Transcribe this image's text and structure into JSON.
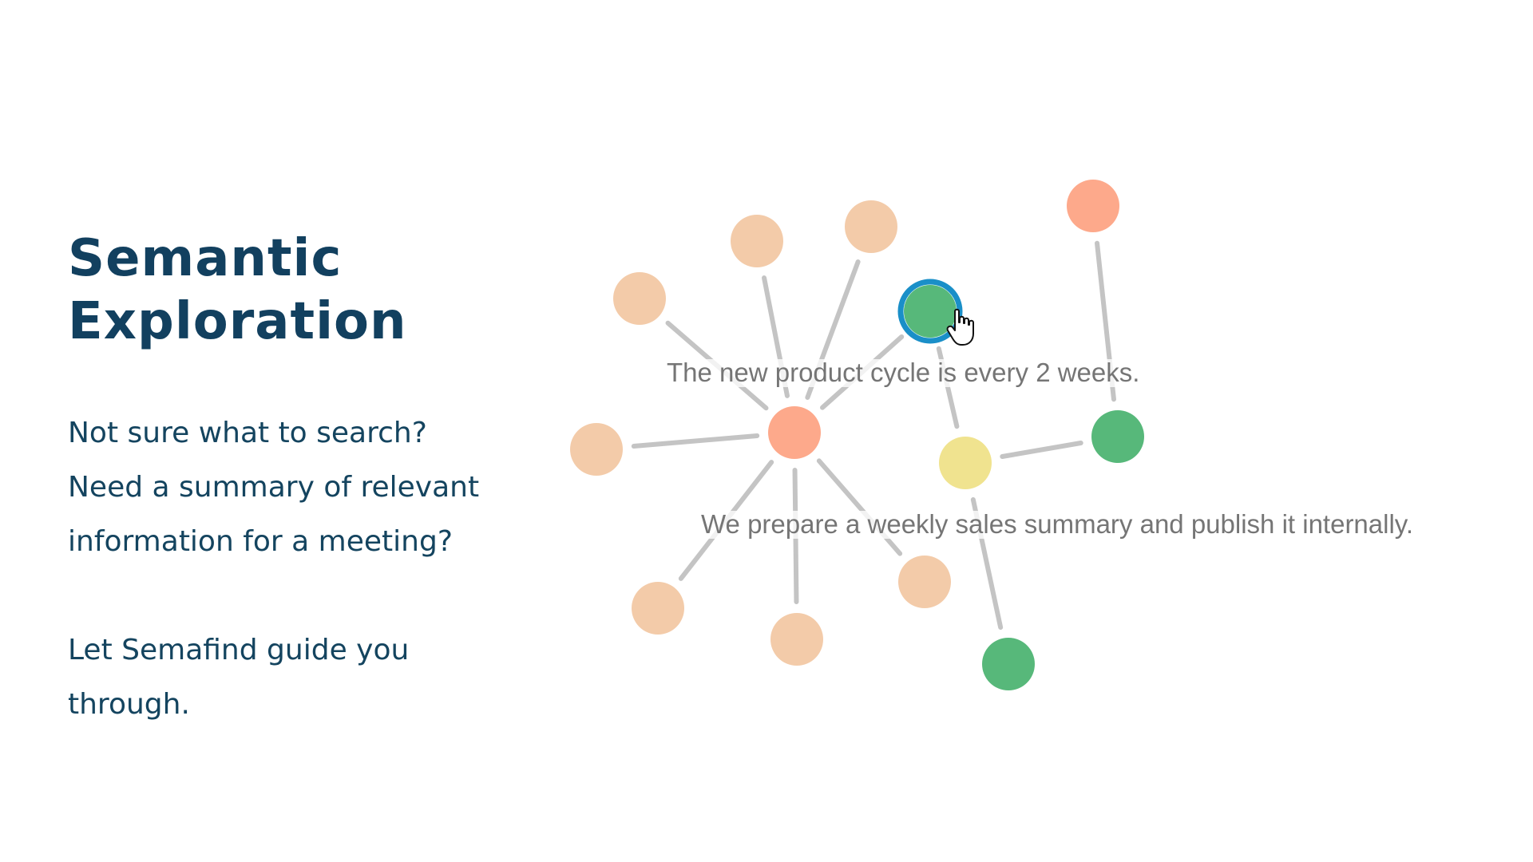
{
  "header": {
    "title_line1": "Semantic",
    "title_line2": "Exploration"
  },
  "intro": {
    "line1": "Not sure what to search?",
    "line2": "Need a summary of relevant",
    "line3": "information for a meeting?",
    "line4": "Let Semafind guide you",
    "line5": "through."
  },
  "graph": {
    "label_top": "The new product cycle is every 2 weeks.",
    "label_bottom": "We prepare a weekly sales summary and publish it internally.",
    "colors": {
      "edge": "#c4c4c4",
      "peach": "#f3cba9",
      "salmon": "#fda98b",
      "green": "#57b87a",
      "yellow": "#f0e38f",
      "selected_ring": "#1a8fc8"
    },
    "selected_icon": "hand-pointer-icon"
  }
}
